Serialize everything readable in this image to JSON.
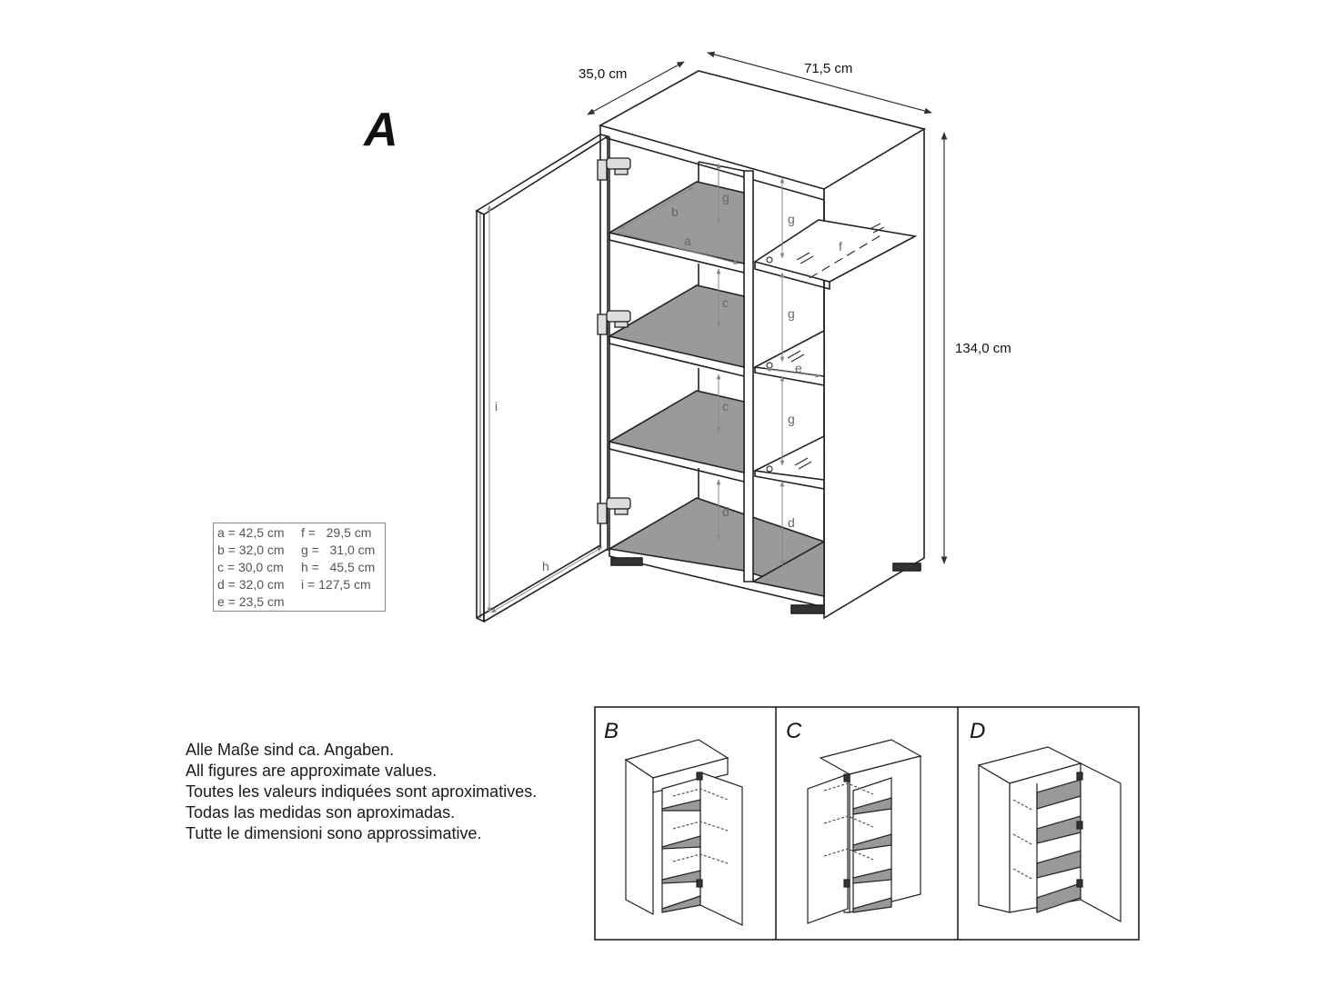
{
  "view_label": "A",
  "dimensions": {
    "depth": "35,0 cm",
    "width": "71,5 cm",
    "height": "134,0 cm"
  },
  "part_letters": [
    "a",
    "b",
    "c",
    "c",
    "d",
    "e",
    "f",
    "g",
    "g",
    "g",
    "g",
    "d",
    "h",
    "i"
  ],
  "legend": [
    {
      "left": "a = 42,5 cm",
      "right": "f =   29,5 cm"
    },
    {
      "left": "b = 32,0 cm",
      "right": "g =   31,0 cm"
    },
    {
      "left": "c = 30,0 cm",
      "right": "h =   45,5 cm"
    },
    {
      "left": "d = 32,0 cm",
      "right": "i = 127,5 cm"
    },
    {
      "left": "e = 23,5 cm",
      "right": ""
    }
  ],
  "note_lines": [
    "Alle Maße sind ca. Angaben.",
    "All figures are approximate values.",
    "Toutes les valeurs indiquées sont aproximatives.",
    "Todas las medidas son aproximadas.",
    "Tutte le dimensioni sono approssimative."
  ],
  "variants": [
    {
      "label": "B"
    },
    {
      "label": "C"
    },
    {
      "label": "D"
    }
  ]
}
